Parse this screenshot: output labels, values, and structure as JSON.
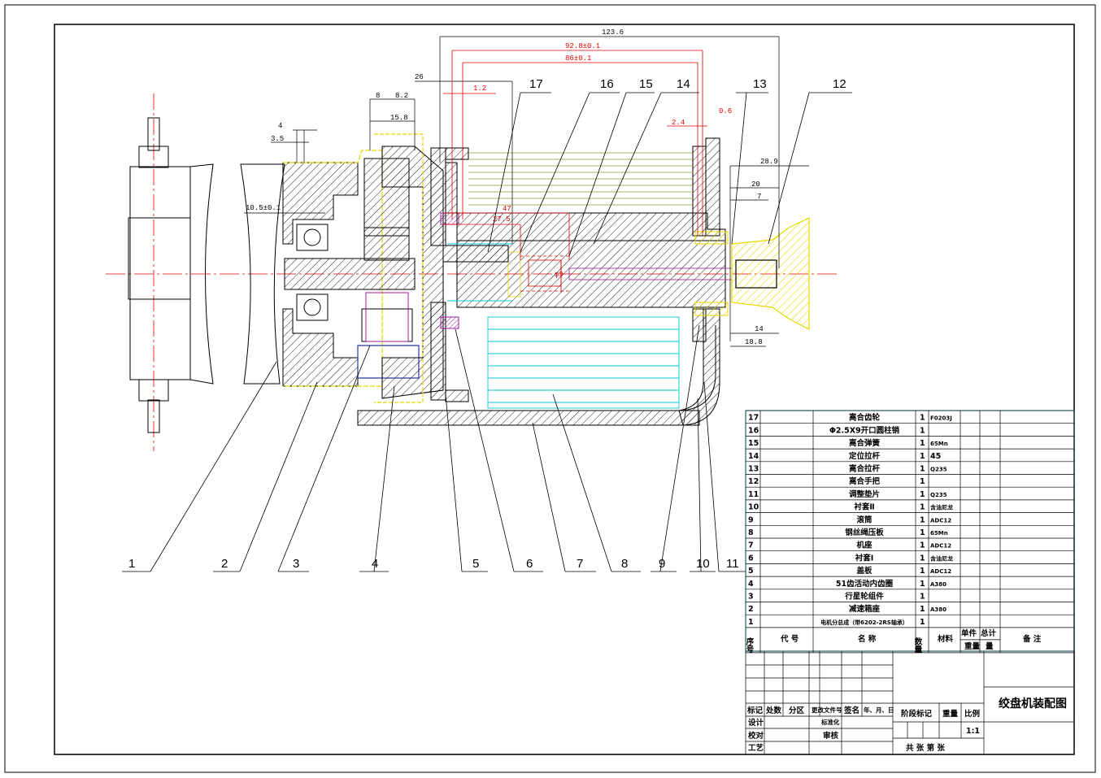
{
  "drawing": {
    "title": "绞盘机装配图",
    "scale": "1:1"
  },
  "callouts": [
    "1",
    "2",
    "3",
    "4",
    "5",
    "6",
    "7",
    "8",
    "9",
    "10",
    "11",
    "12",
    "13",
    "14",
    "15",
    "16",
    "17"
  ],
  "dimensions": {
    "black": [
      "123.6",
      "26",
      "4",
      "3.5",
      "10.5±0.1",
      "8",
      "8.2",
      "15.8",
      "28.9",
      "20",
      "7",
      "14",
      "18.8"
    ],
    "red": [
      "92.8±0.1",
      "86±0.1",
      "1.2",
      "2.4",
      "0.6",
      "47",
      "27.5",
      "φ9"
    ]
  },
  "bom": {
    "rows": [
      {
        "no": "17",
        "code": "",
        "name": "离合齿轮",
        "qty": "1",
        "material": "F0203J"
      },
      {
        "no": "16",
        "code": "",
        "name": "Φ2.5X9开口圆柱销",
        "qty": "1",
        "material": ""
      },
      {
        "no": "15",
        "code": "",
        "name": "离合弹簧",
        "qty": "1",
        "material": "65Mn"
      },
      {
        "no": "14",
        "code": "",
        "name": "定位拉杆",
        "qty": "1",
        "material": "45"
      },
      {
        "no": "13",
        "code": "",
        "name": "离合拉杆",
        "qty": "1",
        "material": "Q235"
      },
      {
        "no": "12",
        "code": "",
        "name": "离合手把",
        "qty": "1",
        "material": ""
      },
      {
        "no": "11",
        "code": "",
        "name": "调整垫片",
        "qty": "1",
        "material": "Q235"
      },
      {
        "no": "10",
        "code": "",
        "name": "衬套Ⅱ",
        "qty": "1",
        "material": "含油尼龙"
      },
      {
        "no": "9",
        "code": "",
        "name": "滚筒",
        "qty": "1",
        "material": "ADC12"
      },
      {
        "no": "8",
        "code": "",
        "name": "钢丝绳压板",
        "qty": "1",
        "material": "65Mn"
      },
      {
        "no": "7",
        "code": "",
        "name": "机座",
        "qty": "1",
        "material": "ADC12"
      },
      {
        "no": "6",
        "code": "",
        "name": "衬套Ⅰ",
        "qty": "1",
        "material": "含油尼龙"
      },
      {
        "no": "5",
        "code": "",
        "name": "盖板",
        "qty": "1",
        "material": "ADC12"
      },
      {
        "no": "4",
        "code": "",
        "name": "51齿活动内齿圈",
        "qty": "1",
        "material": "A380"
      },
      {
        "no": "3",
        "code": "",
        "name": "行星轮组件",
        "qty": "1",
        "material": ""
      },
      {
        "no": "2",
        "code": "",
        "name": "减速箱座",
        "qty": "1",
        "material": "A380"
      },
      {
        "no": "1",
        "code": "",
        "name": "电机分总成（带6202-2RS轴承）",
        "qty": "1",
        "material": ""
      }
    ],
    "header": {
      "no": "序号",
      "code": "代  号",
      "name": "名  称",
      "qty": "数量",
      "material": "材料",
      "unit": "单件",
      "total": "总计",
      "weight": "重量",
      "weight2": "量",
      "note": "备  注"
    }
  },
  "title_block": {
    "mark": "标记",
    "count": "处数",
    "zone": "分区",
    "change_doc": "更改文件号",
    "sign": "签名",
    "date": "年、月、日",
    "design": "设计",
    "standardize": "标准化",
    "check": "校对",
    "review": "审核",
    "process": "工艺",
    "stage": "阶段标记",
    "weight": "重量",
    "ratio": "比例",
    "sheets": "共  张  第  张"
  },
  "colors": {
    "outline": "#000000",
    "yellow": "#e6d800",
    "cyan": "#00c8d8",
    "red": "#e00000",
    "magenta": "#a0189c",
    "olive": "#9a9a2a",
    "hatch": "#222222"
  }
}
